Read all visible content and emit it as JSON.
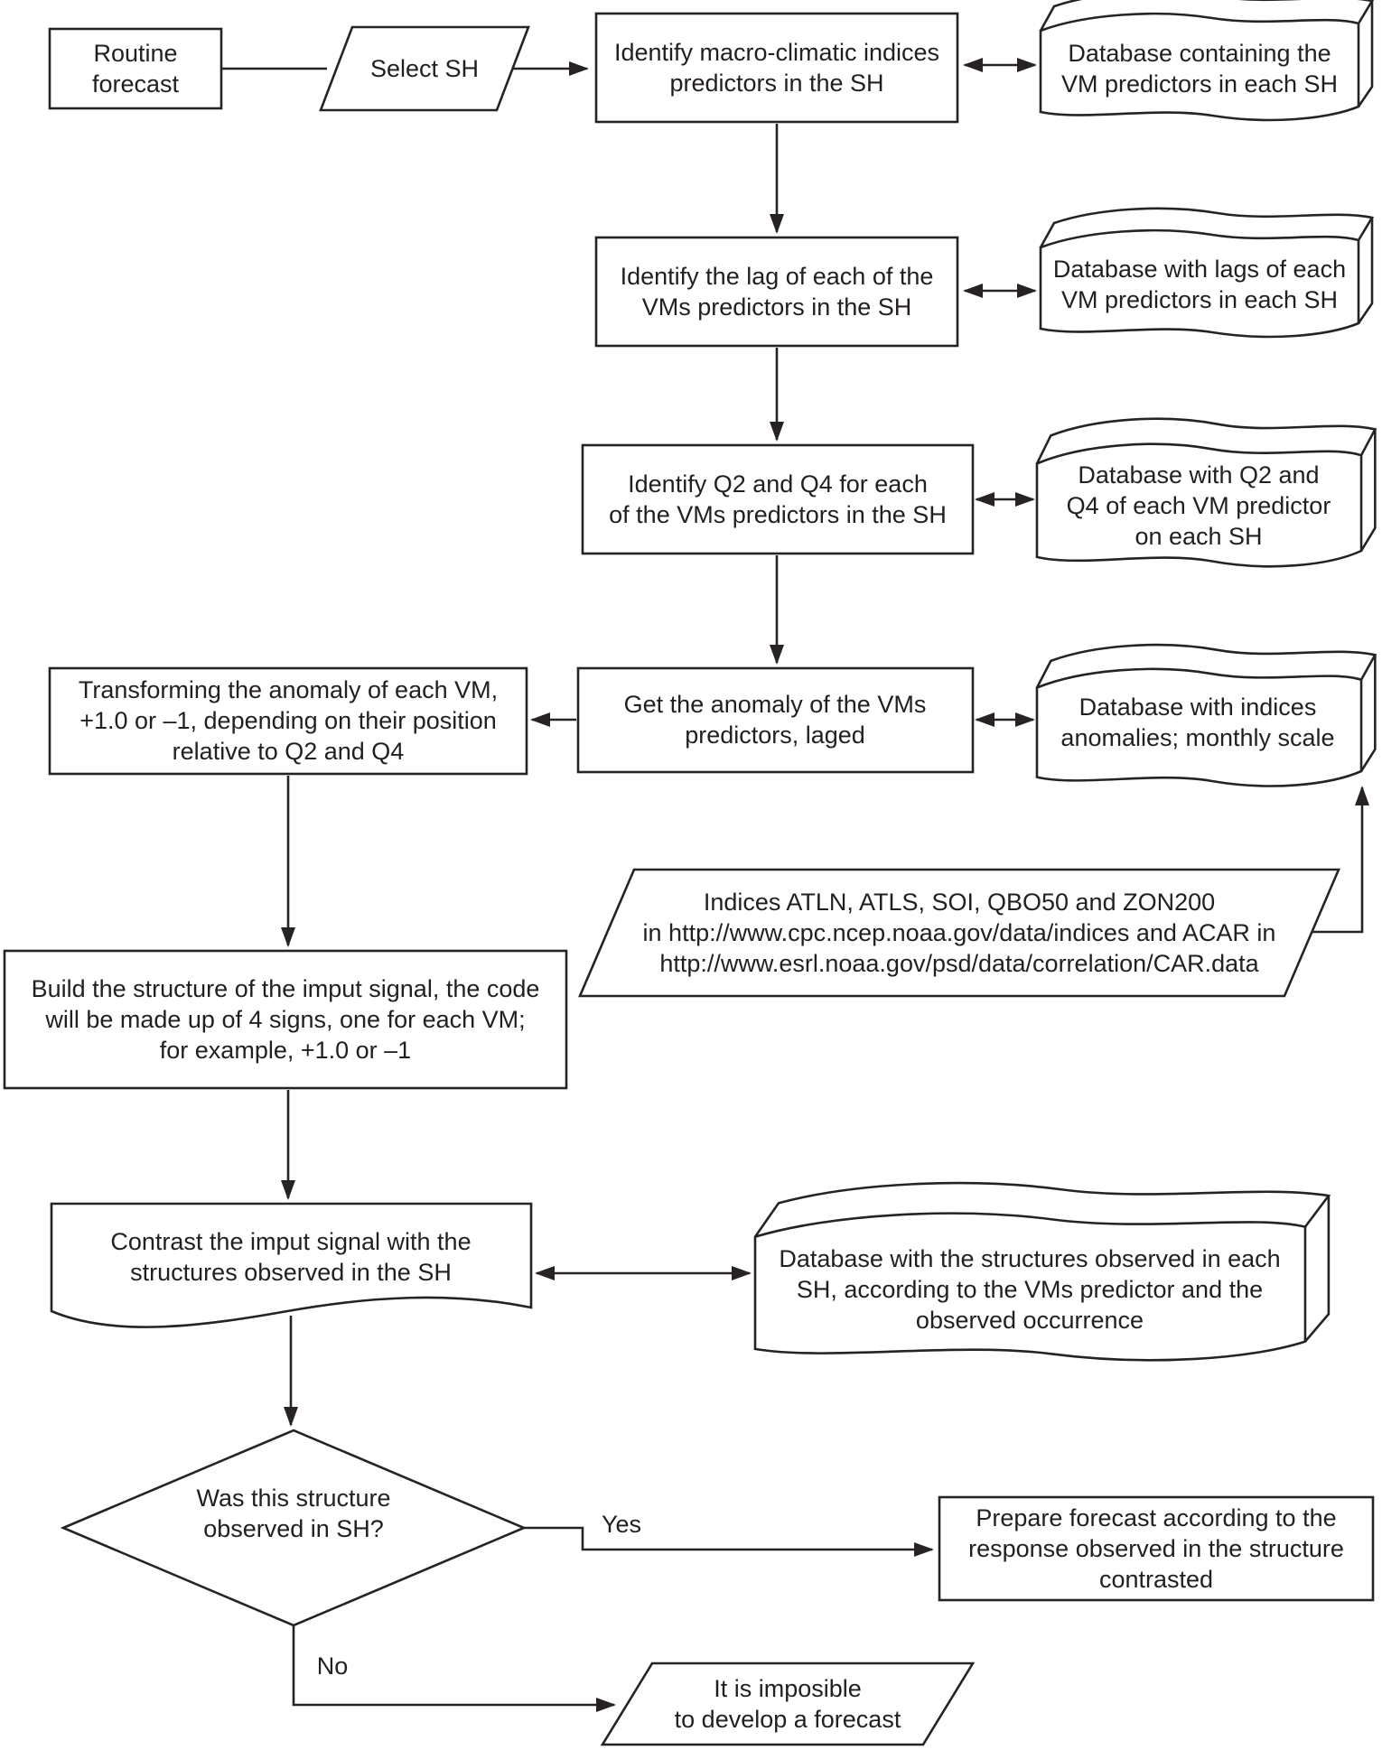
{
  "figure": {
    "type": "flowchart",
    "description": "Routine forecast procedure flowchart"
  },
  "colors": {
    "background": "#ffffff",
    "stroke": "#262322",
    "text": "#231f20"
  },
  "nodes": {
    "routine_forecast": {
      "shape": "rectangle",
      "label": "Routine\nforecast"
    },
    "select_sh": {
      "shape": "parallelogram",
      "label": "Select SH"
    },
    "identify_indices": {
      "shape": "rectangle",
      "label": "Identify macro-climatic indices\npredictors in the SH"
    },
    "db_vm_predictors": {
      "shape": "database",
      "label": "Database containing the\nVM predictors in each SH"
    },
    "identify_lag": {
      "shape": "rectangle",
      "label": "Identify the lag of each of the\nVMs predictors in the SH"
    },
    "db_lags": {
      "shape": "database",
      "label": "Database with lags of each\nVM predictors in each SH"
    },
    "identify_q2_q4": {
      "shape": "rectangle",
      "label": "Identify Q2 and Q4 for each\nof the VMs predictors in the SH"
    },
    "db_q2_q4": {
      "shape": "database",
      "label": "Database with Q2 and\nQ4 of each VM predictor\non each SH"
    },
    "get_anomaly": {
      "shape": "rectangle",
      "label": "Get the anomaly of the VMs\npredictors, laged"
    },
    "db_indices_anomalies": {
      "shape": "database",
      "label": "Database with indices\nanomalies; monthly scale"
    },
    "transforming_anomaly": {
      "shape": "rectangle",
      "label": "Transforming the anomaly of each VM,\n+1.0 or –1, depending on their position\nrelative to Q2 and Q4"
    },
    "indices_sources": {
      "shape": "parallelogram",
      "label": "Indices ATLN, ATLS, SOI, QBO50 and ZON200\nin http://www.cpc.ncep.noaa.gov/data/indices and ACAR in\nhttp://www.esrl.noaa.gov/psd/data/correlation/CAR.data"
    },
    "build_structure": {
      "shape": "rectangle",
      "label": "Build the structure of the imput signal, the code\nwill be made up of 4 signs, one for each VM;\nfor example, +1.0 or –1"
    },
    "contrast_signal": {
      "shape": "document",
      "label": "Contrast the imput signal with the\nstructures observed in the SH"
    },
    "db_structures": {
      "shape": "database",
      "label": "Database with the structures observed in each\nSH, according to the VMs predictor and the\nobserved occurrence"
    },
    "decision_observed": {
      "shape": "decision",
      "label": "Was this structure\nobserved in SH?"
    },
    "prepare_forecast": {
      "shape": "rectangle",
      "label": "Prepare forecast according to the\nresponse observed in the structure\ncontrasted"
    },
    "impossible_forecast": {
      "shape": "parallelogram",
      "label": "It is imposible\nto develop a forecast"
    }
  },
  "edge_labels": {
    "yes": "Yes",
    "no": "No"
  },
  "edges": [
    {
      "from": "routine_forecast",
      "to": "select_sh",
      "arrow": "none"
    },
    {
      "from": "select_sh",
      "to": "identify_indices",
      "arrow": "end"
    },
    {
      "from": "identify_indices",
      "to": "db_vm_predictors",
      "arrow": "both"
    },
    {
      "from": "identify_indices",
      "to": "identify_lag",
      "arrow": "end"
    },
    {
      "from": "identify_lag",
      "to": "db_lags",
      "arrow": "both"
    },
    {
      "from": "identify_lag",
      "to": "identify_q2_q4",
      "arrow": "end"
    },
    {
      "from": "identify_q2_q4",
      "to": "db_q2_q4",
      "arrow": "both"
    },
    {
      "from": "identify_q2_q4",
      "to": "get_anomaly",
      "arrow": "end"
    },
    {
      "from": "get_anomaly",
      "to": "db_indices_anomalies",
      "arrow": "both"
    },
    {
      "from": "get_anomaly",
      "to": "transforming_anomaly",
      "arrow": "end"
    },
    {
      "from": "transforming_anomaly",
      "to": "build_structure",
      "arrow": "end"
    },
    {
      "from": "indices_sources",
      "to": "db_indices_anomalies",
      "arrow": "end"
    },
    {
      "from": "build_structure",
      "to": "contrast_signal",
      "arrow": "end"
    },
    {
      "from": "contrast_signal",
      "to": "db_structures",
      "arrow": "both"
    },
    {
      "from": "contrast_signal",
      "to": "decision_observed",
      "arrow": "end"
    },
    {
      "from": "decision_observed",
      "to": "prepare_forecast",
      "arrow": "end",
      "label": "Yes"
    },
    {
      "from": "decision_observed",
      "to": "impossible_forecast",
      "arrow": "end",
      "label": "No"
    }
  ]
}
